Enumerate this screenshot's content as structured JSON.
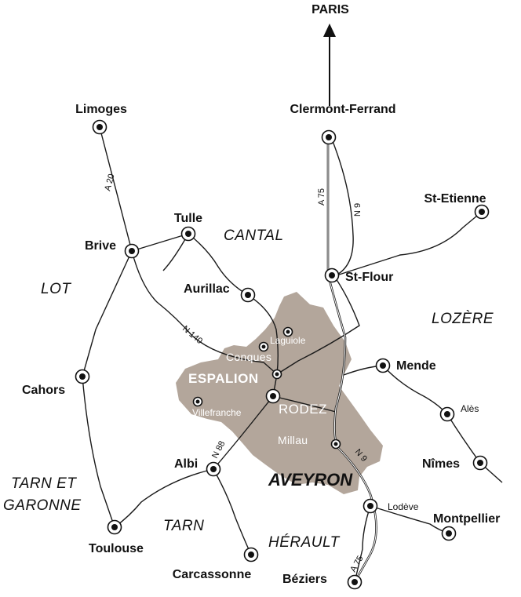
{
  "direction": {
    "label": "PARIS"
  },
  "region_shape_color": "#b3a69b",
  "cities": {
    "limoges": "Limoges",
    "clermont": "Clermont-Ferrand",
    "st_etienne": "St-Etienne",
    "tulle": "Tulle",
    "brive": "Brive",
    "aurillac": "Aurillac",
    "st_flour": "St-Flour",
    "mende": "Mende",
    "cahors": "Cahors",
    "ales": "Alès",
    "nimes": "Nîmes",
    "albi": "Albi",
    "lodeve": "Lodève",
    "montpellier": "Montpellier",
    "toulouse": "Toulouse",
    "carcassonne": "Carcassonne",
    "beziers": "Béziers",
    "laguiole": "Laguiole",
    "conques": "Conques",
    "espalion": "ESPALION",
    "rodez": "RODEZ",
    "villefranche": "Villefranche",
    "millau": "Millau"
  },
  "regions": {
    "cantal": "CANTAL",
    "lot": "LOT",
    "lozere": "LOZÈRE",
    "tarn_et": "TARN ET",
    "garonne": "GARONNE",
    "tarn": "TARN",
    "herault": "HÉRAULT",
    "aveyron": "AVEYRON"
  },
  "roads": {
    "a20": "A 20",
    "a75_north": "A 75",
    "n9_north": "N 9",
    "n140": "N 140",
    "n88": "N 88",
    "n9_south": "N 9",
    "a75_south": "A 75"
  }
}
